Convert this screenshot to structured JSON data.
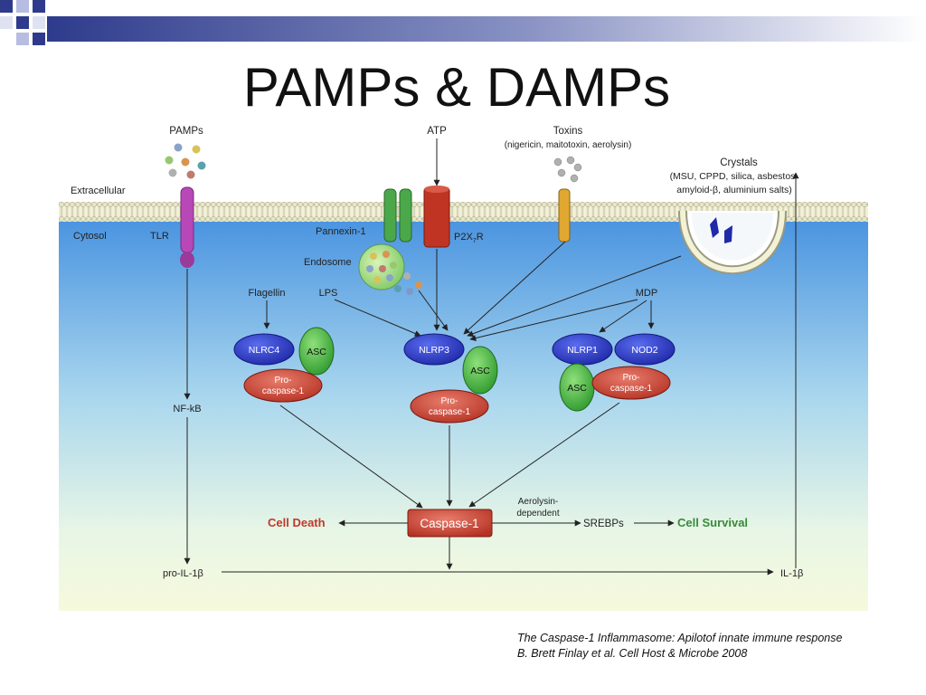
{
  "slide": {
    "title": "PAMPs & DAMPs"
  },
  "diagram": {
    "compartments": {
      "extracellular": "Extracellular",
      "cytosol": "Cytosol"
    },
    "stimuli": {
      "pamps": "PAMPs",
      "atp": "ATP",
      "toxins": "Toxins",
      "toxins_detail": "(nigericin, maitotoxin, aerolysin)",
      "crystals": "Crystals",
      "crystals_detail_1": "(MSU, CPPD, silica, asbestos",
      "crystals_detail_2": "amyloid-β, aluminium salts)",
      "flagellin": "Flagellin",
      "lps": "LPS",
      "mdp": "MDP"
    },
    "receptors": {
      "tlr": "TLR",
      "pannexin": "Pannexin-1",
      "p2x7r_base": "P2X",
      "p2x7r_sub": "7",
      "p2x7r_tail": "R",
      "endosome": "Endosome"
    },
    "complexes": {
      "nlrc4": "NLRC4",
      "nlrp3": "NLRP3",
      "nlrp1": "NLRP1",
      "nod2": "NOD2",
      "asc": "ASC",
      "pro_caspase_line1": "Pro-",
      "pro_caspase_line2": "caspase-1"
    },
    "pathway": {
      "nfkb": "NF-kB",
      "caspase1": "Caspase-1",
      "cell_death": "Cell Death",
      "aerolysin_line1": "Aerolysin-",
      "aerolysin_line2": "dependent",
      "srebps": "SREBPs",
      "cell_survival": "Cell Survival",
      "pro_il1b": "pro-IL-1β",
      "il1b": "IL-1β"
    },
    "colors": {
      "nlr_blue": "#2a2fc0",
      "asc_green": "#3aa83a",
      "caspase_red": "#c0392b",
      "cell_death_red": "#c0392b",
      "cell_survival_green": "#3a8a3a"
    }
  },
  "citation": {
    "line1": "The Caspase-1 Inflammasome: Apilotof innate immune response",
    "line2": "B. Brett Finlay et al. Cell Host & Microbe 2008"
  }
}
